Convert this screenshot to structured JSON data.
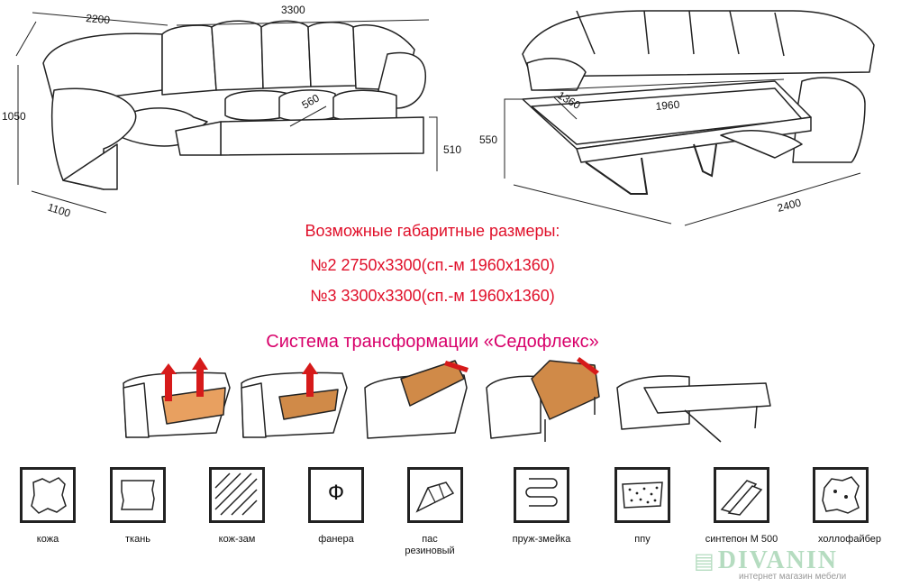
{
  "dimensions": {
    "corner": {
      "depth_left": "2200",
      "length": "3300",
      "height": "1050",
      "depth": "1100",
      "seat_depth": "560",
      "seat_height": "510"
    },
    "bed": {
      "width": "1360",
      "length": "1960",
      "height": "550",
      "total_length": "2400"
    }
  },
  "sizes": {
    "title": "Возможные габаритные размеры:",
    "line2": "№2  2750х3300(сп.-м 1960х1360)",
    "line3": "№3  3300х3300(сп.-м 1960х1360)"
  },
  "system_title": "Система трансформации «Седофлекс»",
  "materials": [
    {
      "label": "кожа",
      "icon": "leather-icon"
    },
    {
      "label": "ткань",
      "icon": "fabric-icon"
    },
    {
      "label": "кож-зам",
      "icon": "faux-leather-icon"
    },
    {
      "label": "фанера",
      "icon": "plywood-icon",
      "symbol": "Ф"
    },
    {
      "label": "пас резиновый",
      "icon": "rubber-belt-icon"
    },
    {
      "label": "пруж-змейка",
      "icon": "serpentine-spring-icon"
    },
    {
      "label": "ппу",
      "icon": "ppu-foam-icon"
    },
    {
      "label": "синтепон М 500",
      "icon": "sintepon-icon"
    },
    {
      "label": "холлофайбер",
      "icon": "hollofiber-icon"
    }
  ],
  "logo": {
    "name": "DIVANIN",
    "tagline": "интернет магазин мебели"
  },
  "colors": {
    "red": "#e0102a",
    "magenta": "#d8006a",
    "accent_red": "#d61a1a",
    "wood": "#e8a060",
    "logo": "#b5dcc0"
  }
}
